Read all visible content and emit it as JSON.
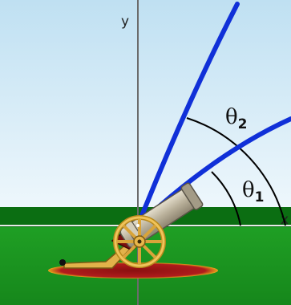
{
  "axes": {
    "x_label": "x",
    "y_label": "y"
  },
  "angles": {
    "theta1": {
      "symbol": "θ",
      "subscript": "1"
    },
    "theta2": {
      "symbol": "θ",
      "subscript": "2"
    }
  },
  "colors": {
    "sky_top": "#bfe0f2",
    "sky_bottom": "#e8f4fb",
    "hill": "#0b6e12",
    "ground": "#1a9a20",
    "trajectory": "#1030d8",
    "axis": "#666666",
    "arc": "#000000",
    "shadow": "#a01818",
    "wheel": "#e9b64a",
    "barrel": "#c9c2b0"
  },
  "icons": {
    "cannon": "cannon-icon"
  }
}
